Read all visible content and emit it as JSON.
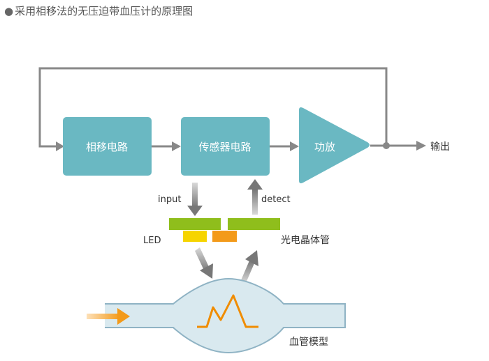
{
  "title": "采用相移法的无压迫带血压计的原理图",
  "blocks": {
    "phase_shift": "相移电路",
    "sensor": "传感器电路",
    "amplifier": "功放"
  },
  "output_label": "输出",
  "input_label": "input",
  "detect_label": "detect",
  "led_label": "LED",
  "phototransistor_label": "光电晶体管",
  "vessel_label": "血管模型",
  "colors": {
    "block_fill": "#6ab8c2",
    "line": "#888888",
    "green_bar": "#8fbe1c",
    "led_yellow": "#f6d400",
    "led_orange": "#f39a1a",
    "vessel_fill": "#d9e9ef",
    "vessel_stroke": "#8fb3c4",
    "pulse": "#f08c00"
  }
}
